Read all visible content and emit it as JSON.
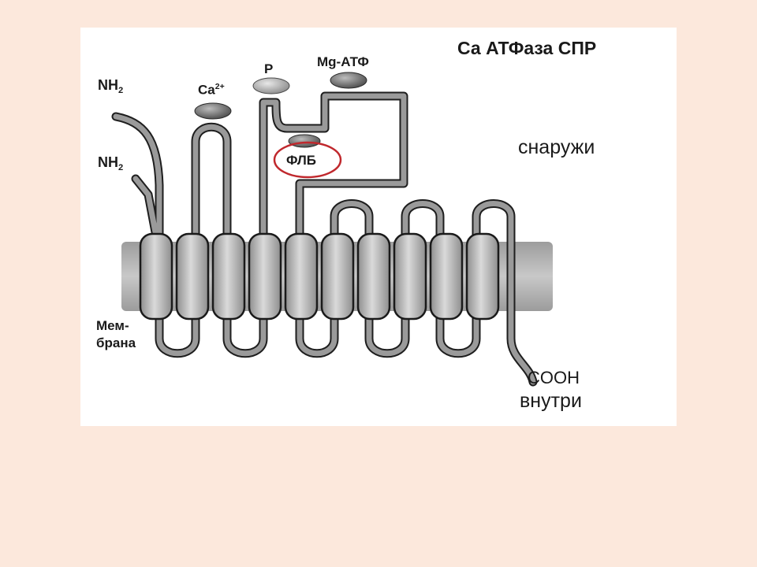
{
  "diagram": {
    "title": "Са АТФаза  СПР",
    "outside_label": "снаружи",
    "inside_label": "внутри",
    "membrane_label_line1": "Мем-",
    "membrane_label_line2": "брана",
    "nh2_top": {
      "base": "NH",
      "sub": "2"
    },
    "nh2_bottom": {
      "base": "NH",
      "sub": "2"
    },
    "ca_label": {
      "base": "Ca",
      "sup": "2+"
    },
    "p_label": "P",
    "mg_atp_label": "Mg-АТФ",
    "plb_label": "ФЛБ",
    "cooh_label": "COOH",
    "colors": {
      "background": "#fce8dc",
      "panel": "#ffffff",
      "membrane": "#b4b4b4",
      "chain": "#8c8c8c",
      "highlight_circle": "#c0282d"
    }
  }
}
